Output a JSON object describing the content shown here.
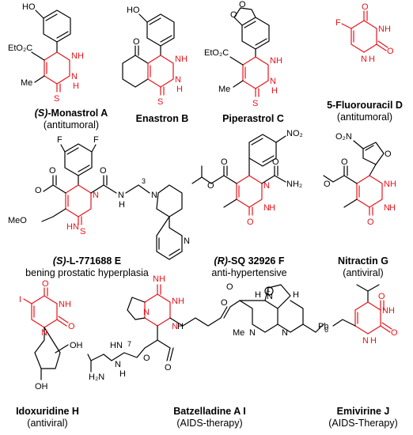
{
  "colors": {
    "scaffold": "#e8141b",
    "ink": "#000000"
  },
  "compounds": [
    {
      "prefix": "(S)",
      "name": "-Monastrol A",
      "desc": "(antitumoral)"
    },
    {
      "prefix": "",
      "name": "Enastron B",
      "desc": ""
    },
    {
      "prefix": "",
      "name": "Piperastrol C",
      "desc": ""
    },
    {
      "prefix": "",
      "name": "5-Fluorouracil D",
      "desc": "(antitumoral)"
    },
    {
      "prefix": "(S)",
      "name": "-L-771688 E",
      "desc": "bening prostatic hyperplasia"
    },
    {
      "prefix": "(R)",
      "name": "-SQ 32926 F",
      "desc": "anti-hypertensive"
    },
    {
      "prefix": "",
      "name": "Nitractin G",
      "desc": "(antiviral)"
    },
    {
      "prefix": "",
      "name": "Idoxuridine H",
      "desc": "(antiviral)"
    },
    {
      "prefix": "",
      "name": "Batzelladine A I",
      "desc": "(AIDS-therapy)"
    },
    {
      "prefix": "",
      "name": "Emivirine J",
      "desc": "(AIDS-Therapy)"
    }
  ],
  "atoms": {
    "A": {
      "ho": "HO",
      "ester": "EtO₂C",
      "me": "Me",
      "nh1": "NH",
      "nh2": "N",
      "h": "H",
      "s": "S"
    },
    "B": {
      "ho": "HO",
      "o": "O",
      "nh1": "NH",
      "nh2": "N",
      "h": "H",
      "s": "S"
    },
    "C": {
      "ester": "EtO₂C",
      "me": "Me",
      "o1": "O",
      "o2": "O",
      "nh1": "NH",
      "nh2": "N",
      "h": "H",
      "s": "S"
    },
    "D": {
      "f": "F",
      "o1": "O",
      "o2": "O",
      "nh1": "NH",
      "nh2": "N",
      "h": "H"
    },
    "E": {
      "f1": "F",
      "f2": "F",
      "o1": "O",
      "o2": "O",
      "o3": "O",
      "meo": "MeO",
      "n1": "N",
      "nh": "N",
      "h": "H",
      "h2": "H",
      "s": "S",
      "n3": "N",
      "npy": "N",
      "sub": "3"
    },
    "F": {
      "no2": "NO₂",
      "o1": "O",
      "o2": "O",
      "o3": "O",
      "n1": "N",
      "nh": "N",
      "h": "H",
      "nh2": "NH₂"
    },
    "G": {
      "no2": "O₂N",
      "o1": "O",
      "o2": "O",
      "o3": "O",
      "ofur": "O",
      "nh1": "NH",
      "nh2": "N",
      "h": "H"
    },
    "H": {
      "i": "I",
      "o1": "O",
      "o2": "O",
      "nh": "NH",
      "n1": "N",
      "oh1": "OH",
      "oh2": "OH"
    },
    "I": {
      "nh": "NH",
      "n1": "N",
      "nh2": "NH",
      "h": "H",
      "hn": "HN",
      "h2n": "H₂N",
      "nh3": "N",
      "h3": "H",
      "o1": "O",
      "o2": "O",
      "o3": "O",
      "o4": "O",
      "sub7": "7",
      "me": "Me",
      "n4": "N",
      "n5": "N",
      "n6": "N",
      "plus": "+",
      "hA": "H",
      "hB": "H",
      "sub6": "6"
    },
    "J": {
      "ph": "Ph",
      "o1": "O",
      "o2": "O",
      "nh1": "NH",
      "nh2": "N",
      "h": "H"
    }
  }
}
